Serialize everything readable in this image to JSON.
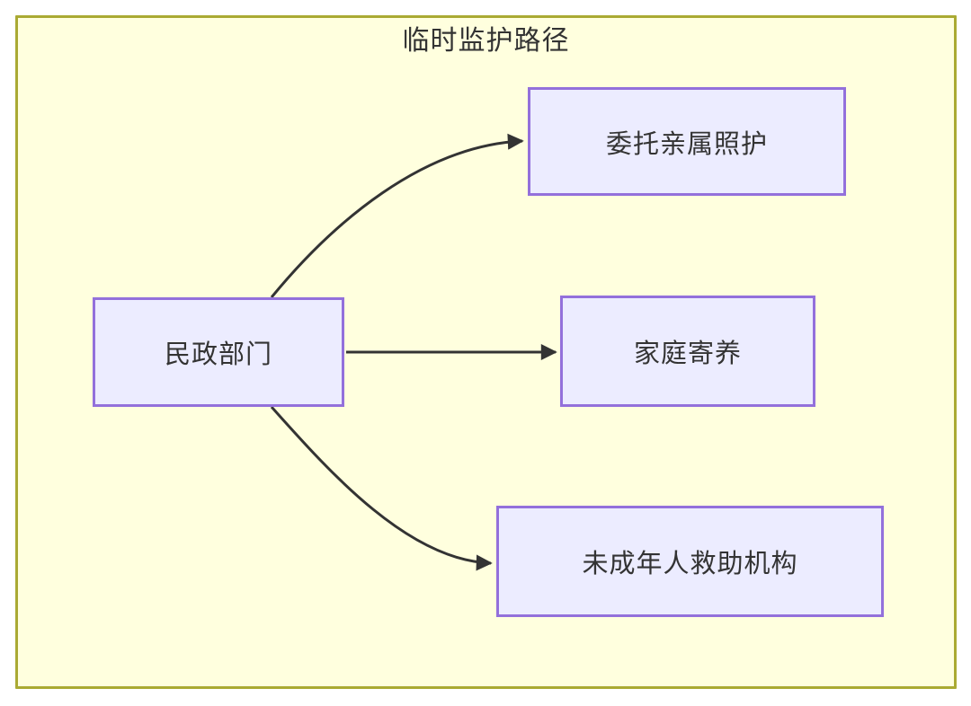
{
  "diagram": {
    "title": "临时监护路径",
    "nodes": [
      {
        "id": "civil-affairs-dept",
        "label": "民政部门"
      },
      {
        "id": "entrust-relative-care",
        "label": "委托亲属照护"
      },
      {
        "id": "family-foster-care",
        "label": "家庭寄养"
      },
      {
        "id": "minor-rescue-agency",
        "label": "未成年人救助机构"
      }
    ],
    "edges": [
      {
        "from": "民政部门",
        "to": "委托亲属照护"
      },
      {
        "from": "民政部门",
        "to": "家庭寄养"
      },
      {
        "from": "民政部门",
        "to": "未成年人救助机构"
      }
    ]
  },
  "colors": {
    "canvas_bg": "#ffffff",
    "subgraph_bg": "#ffffde",
    "subgraph_border": "#aaaa33",
    "node_bg": "#ECECFF",
    "node_border": "#9370DB",
    "edge": "#333333",
    "text": "#333333"
  }
}
